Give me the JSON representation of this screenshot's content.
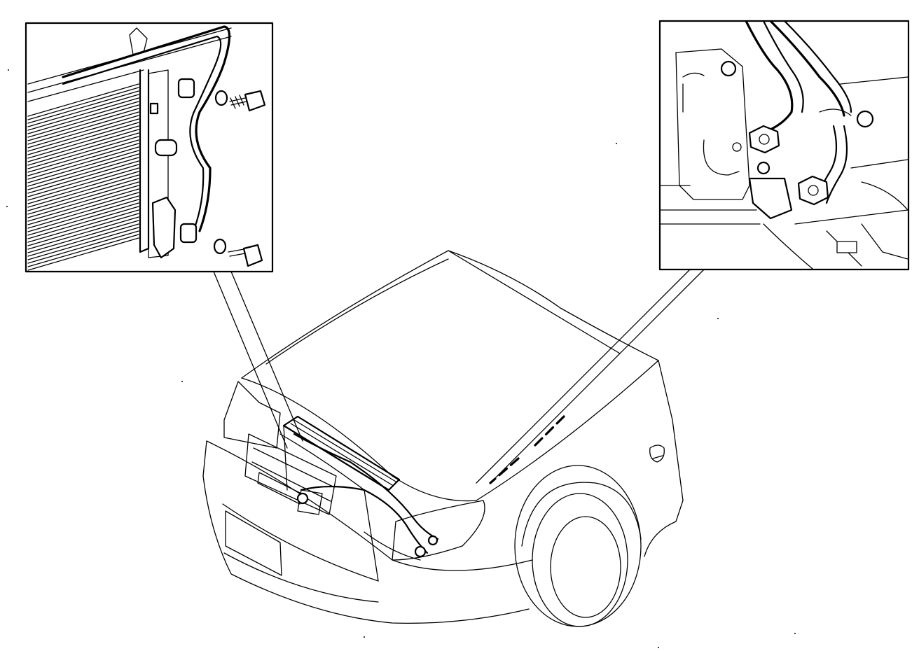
{
  "figure": {
    "kind": "technical line drawing",
    "callouts": [
      {
        "id": "left-detail",
        "subject": "condenser-pipe-connection"
      },
      {
        "id": "right-detail",
        "subject": "compressor-pipe-connection"
      }
    ],
    "colors": {
      "ink": "#000000",
      "paper": "#ffffff"
    }
  }
}
